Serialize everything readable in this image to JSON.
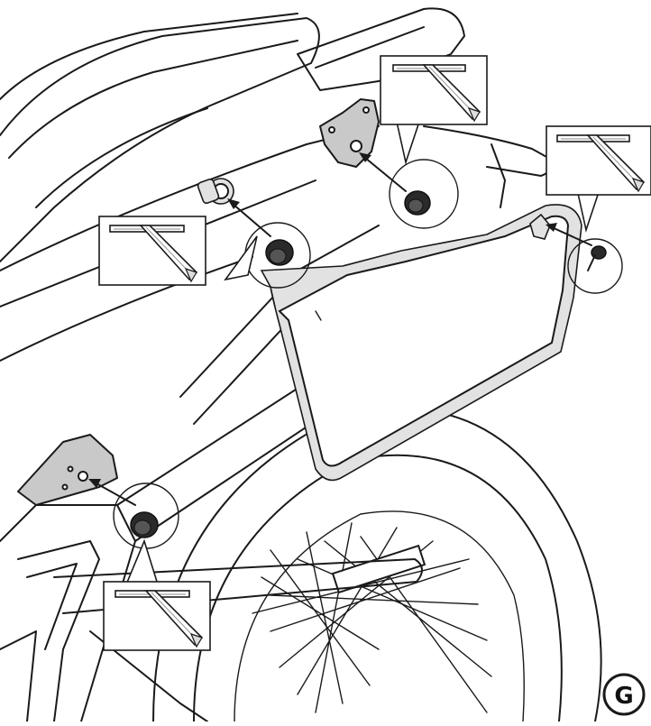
{
  "step_badge": {
    "letter": "G"
  },
  "tool": {
    "type": "hex-key",
    "icon": "allen-key-icon"
  },
  "callouts": [
    {
      "id": "top-center",
      "tool": "allen-key-icon"
    },
    {
      "id": "top-right",
      "tool": "allen-key-icon"
    },
    {
      "id": "mid-left",
      "tool": "allen-key-icon"
    },
    {
      "id": "bottom-left",
      "tool": "allen-key-icon"
    }
  ],
  "fasteners": [
    {
      "id": "upper-rear-grommet"
    },
    {
      "id": "upper-front-grommet"
    },
    {
      "id": "lower-grommet"
    },
    {
      "id": "rear-bolt"
    }
  ],
  "colors": {
    "line": "#1a1a1a",
    "part_fill": "#c9c9c9",
    "background": "#ffffff"
  }
}
